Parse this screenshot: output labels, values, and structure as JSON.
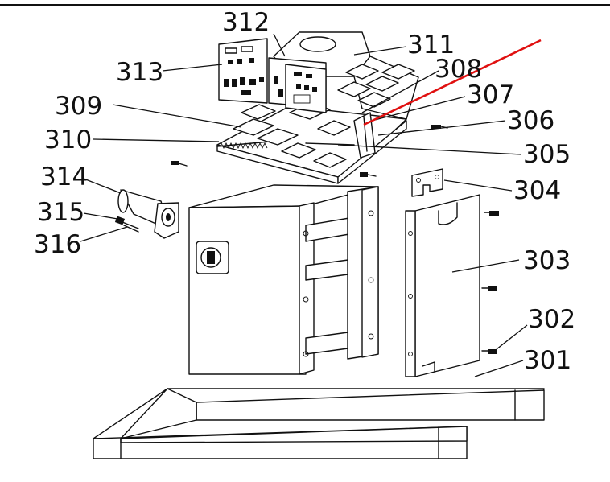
{
  "colors": {
    "line": "#111111",
    "background": "#ffffff",
    "pointer": "#e01010"
  },
  "callouts": {
    "c301": "301",
    "c302": "302",
    "c303": "303",
    "c304": "304",
    "c305": "305",
    "c306": "306",
    "c307": "307",
    "c308": "308",
    "c309": "309",
    "c310": "310",
    "c311": "311",
    "c312": "312",
    "c313": "313",
    "c314": "314",
    "c315": "315",
    "c316": "316"
  }
}
